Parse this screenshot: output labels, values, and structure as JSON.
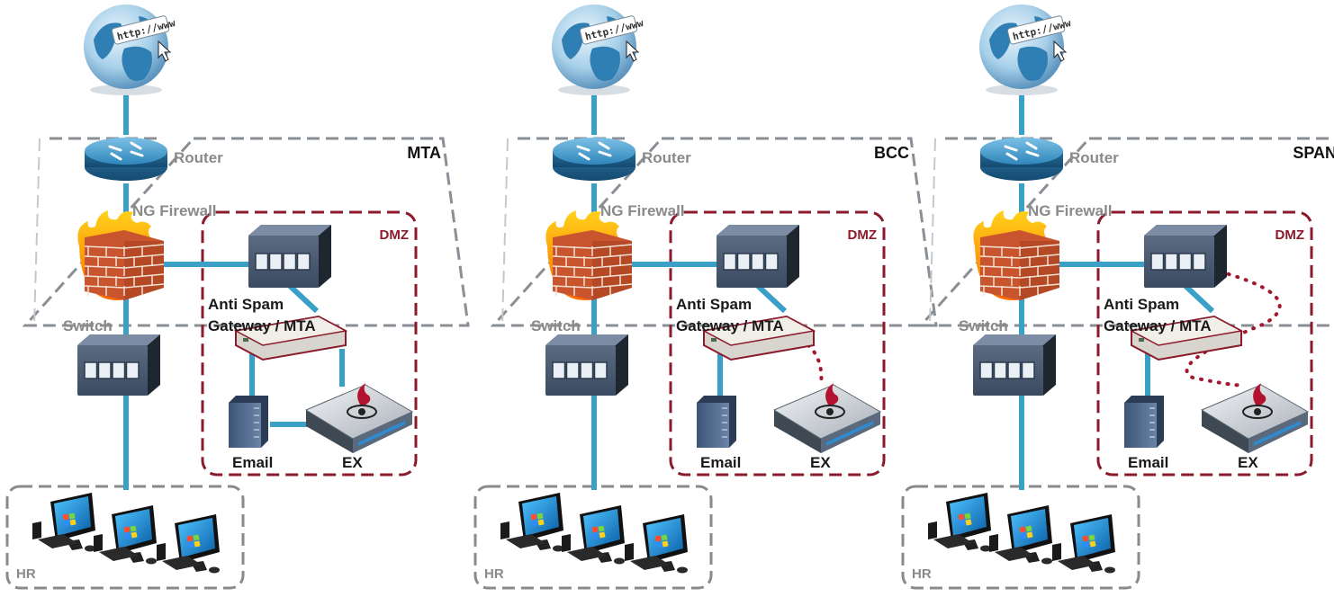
{
  "panels": [
    {
      "mode": "MTA",
      "router": "Router",
      "firewall": "NG Firewall",
      "switch": "Switch",
      "dmz": "DMZ",
      "gateway_line1": "Anti Spam",
      "gateway_line2": "Gateway / MTA",
      "email": "Email",
      "ex": "EX",
      "hr": "HR",
      "url_text": "http://www",
      "ex_connection": "solid"
    },
    {
      "mode": "BCC",
      "router": "Router",
      "firewall": "NG Firewall",
      "switch": "Switch",
      "dmz": "DMZ",
      "gateway_line1": "Anti Spam",
      "gateway_line2": "Gateway / MTA",
      "email": "Email",
      "ex": "EX",
      "hr": "HR",
      "url_text": "http://www",
      "ex_connection": "dotted-to-gateway"
    },
    {
      "mode": "SPAN",
      "router": "Router",
      "firewall": "NG Firewall",
      "switch": "Switch",
      "dmz": "DMZ",
      "gateway_line1": "Anti Spam",
      "gateway_line2": "Gateway / MTA",
      "email": "Email",
      "ex": "EX",
      "hr": "HR",
      "url_text": "http://www",
      "ex_connection": "dotted-span-from-switch"
    }
  ],
  "colors": {
    "link": "#3aa0c8",
    "dmz_border": "#8b1a2b",
    "dotted_link": "#a3182e",
    "dashed_gray": "#8a8f96"
  },
  "icons": [
    "globe-icon",
    "router-icon",
    "firewall-icon",
    "switch-icon",
    "gateway-appliance-icon",
    "email-server-icon",
    "ex-appliance-icon",
    "workstation-icon"
  ]
}
